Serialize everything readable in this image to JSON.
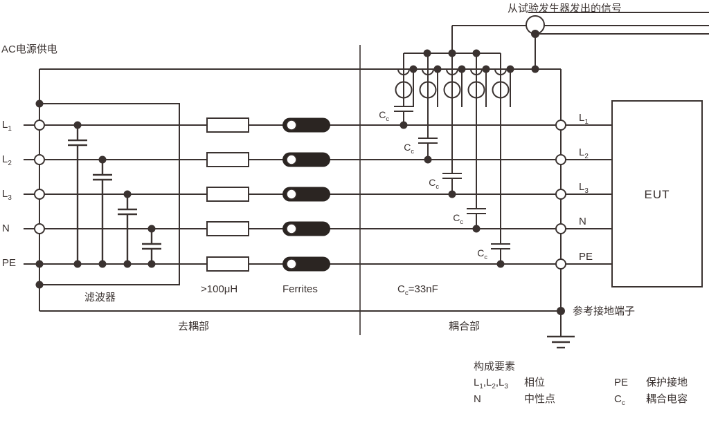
{
  "colors": {
    "line": "#3a3230",
    "ferrite_fill": "#2b2522",
    "text": "#3a3230"
  },
  "header": {
    "generator_signal": "从试验发生器发出的信号",
    "ac_supply": "AC电源供电"
  },
  "terminals": [
    "L_1",
    "L_2",
    "L_3",
    "N",
    "PE"
  ],
  "components": {
    "filter_label": "滤波器",
    "inductor_value": ">100μH",
    "ferrites_label": "Ferrites",
    "coupling_cap_symbol": "C_c",
    "coupling_cap_value": "C_c=33nF"
  },
  "sections": {
    "decoupling": "去耦部",
    "coupling": "耦合部",
    "reference_ground": "参考接地端子",
    "eut": "EUT"
  },
  "legend": {
    "title": "构成要素",
    "entries": [
      {
        "symbol": "L_1,L_2,L_3",
        "meaning": "相位"
      },
      {
        "symbol": "N",
        "meaning": "中性点"
      },
      {
        "symbol": "PE",
        "meaning": "保护接地"
      },
      {
        "symbol": "C_c",
        "meaning": "耦合电容"
      }
    ]
  }
}
